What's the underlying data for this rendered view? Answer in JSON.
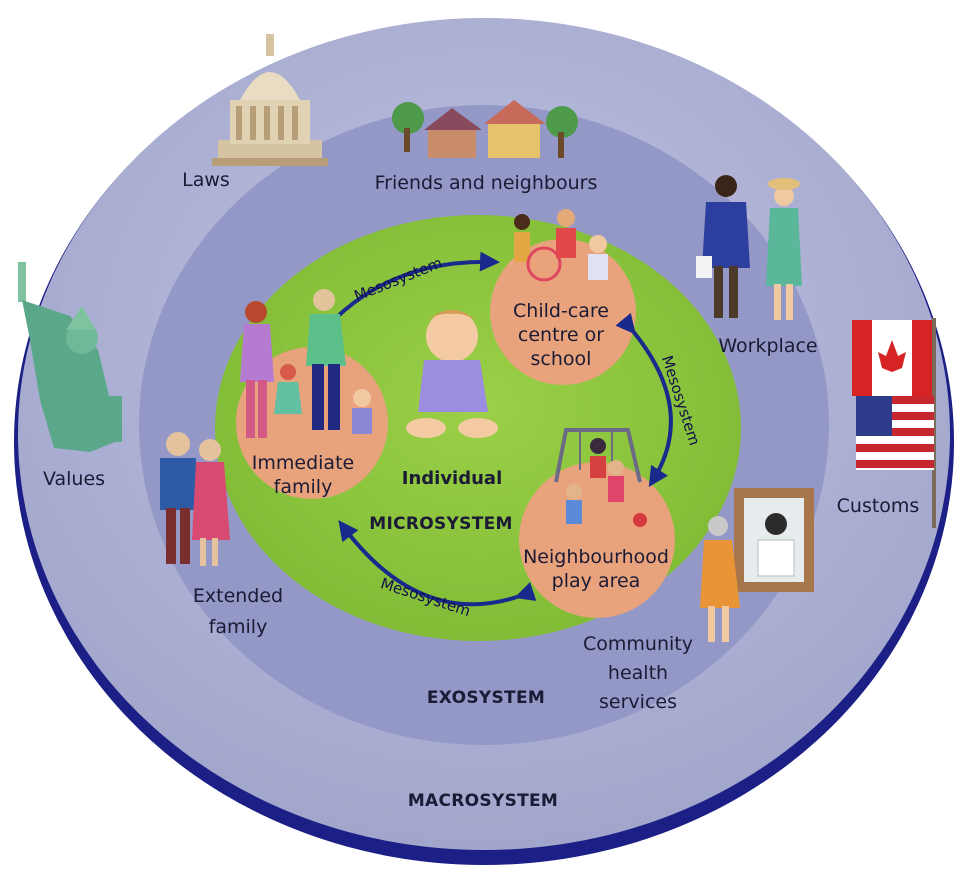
{
  "diagram": {
    "systems": {
      "macrosystem": "MACROSYSTEM",
      "exosystem": "EXOSYSTEM",
      "microsystem": "MICROSYSTEM"
    },
    "center": {
      "individual": "Individual"
    },
    "micro_nodes": {
      "childcare": [
        "Child-care",
        "centre or",
        "school"
      ],
      "family": [
        "Immediate",
        "family"
      ],
      "playarea": [
        "Neighbourhood",
        "play area"
      ]
    },
    "mesosystem_label": "Mesosystem",
    "exo_items": {
      "friends": "Friends and neighbours",
      "workplace": "Workplace",
      "extended": [
        "Extended",
        "family"
      ],
      "health": [
        "Community",
        "health",
        "services"
      ]
    },
    "macro_items": {
      "laws": "Laws",
      "values": "Values",
      "customs": "Customs"
    },
    "colors": {
      "macro_fill": "#a9acd0",
      "macro_rim": "#1c1f86",
      "exo_fill": "#9096c3",
      "micro_fill": "#8cc43a",
      "node_fill": "#e6a27c",
      "arrow": "#1a2a8c"
    }
  }
}
